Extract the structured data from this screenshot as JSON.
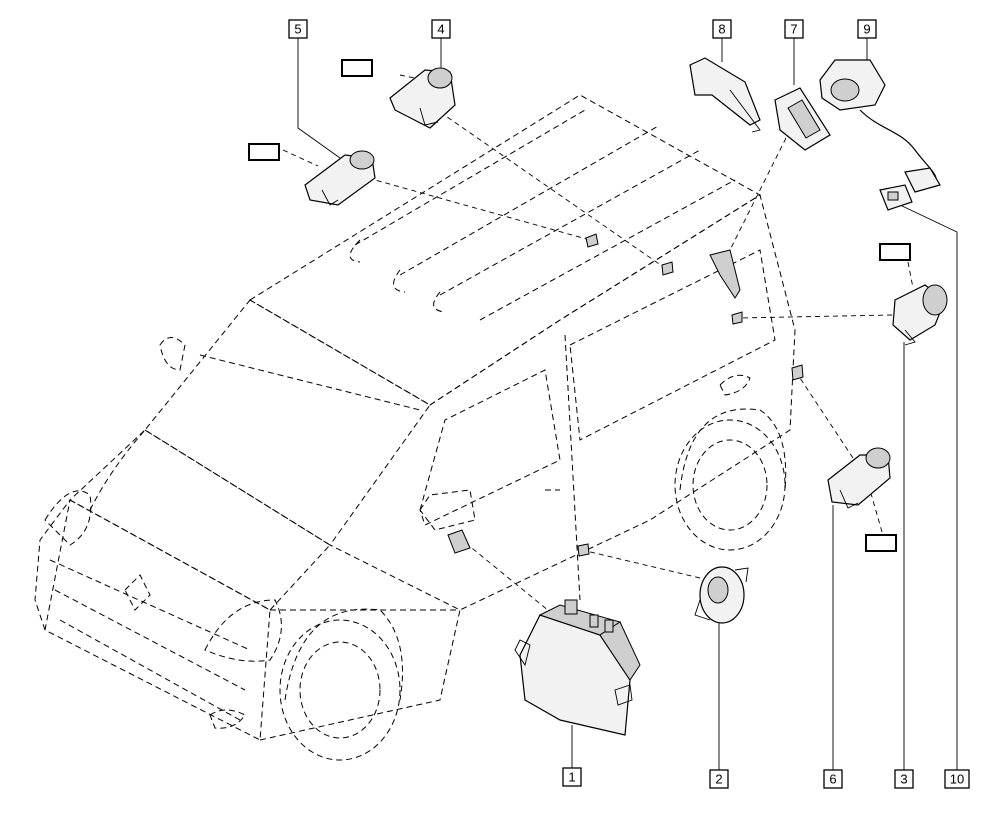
{
  "callouts": [
    {
      "id": "1",
      "text": "1"
    },
    {
      "id": "2",
      "text": "2"
    },
    {
      "id": "3",
      "text": "3"
    },
    {
      "id": "4",
      "text": "4"
    },
    {
      "id": "5",
      "text": "5"
    },
    {
      "id": "6",
      "text": "6"
    },
    {
      "id": "7",
      "text": "7"
    },
    {
      "id": "8",
      "text": "8"
    },
    {
      "id": "9",
      "text": "9"
    },
    {
      "id": "10",
      "text": "10"
    }
  ],
  "reference_tags": [
    {
      "id": "tag-sensor-5"
    },
    {
      "id": "tag-sensor-4"
    },
    {
      "id": "tag-sensor-3"
    },
    {
      "id": "tag-sensor-6"
    }
  ]
}
